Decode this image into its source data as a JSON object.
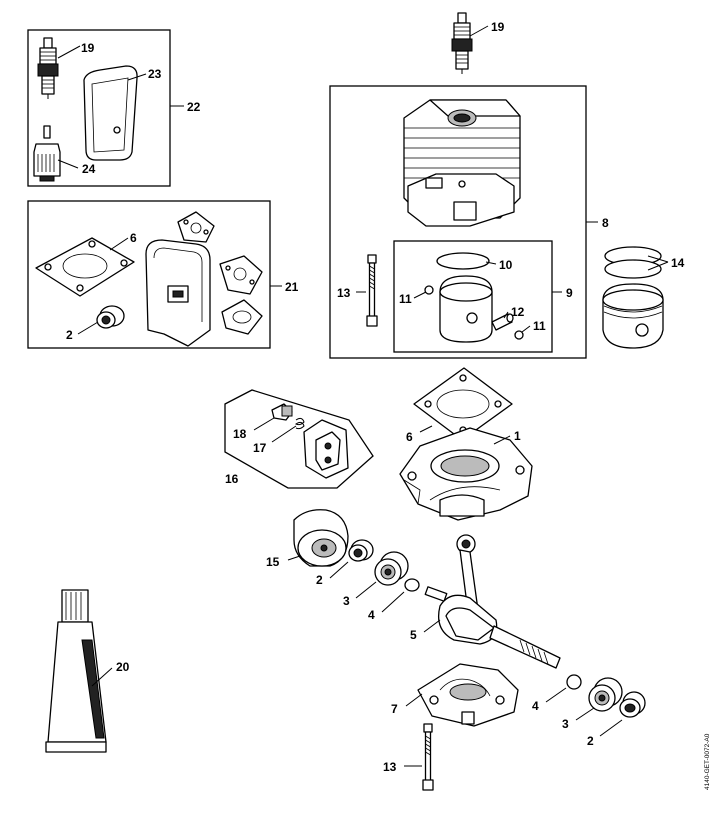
{
  "diagram": {
    "reference_code": "4140-GET-0072-A0",
    "callouts": {
      "c19a": "19",
      "c23": "23",
      "c22": "22",
      "c24": "24",
      "c19b": "19",
      "c8": "8",
      "c6a": "6",
      "c21": "21",
      "c2a": "2",
      "c10": "10",
      "c11a": "11",
      "c13a": "13",
      "c12": "12",
      "c11b": "11",
      "c9": "9",
      "c14": "14",
      "c18": "18",
      "c17": "17",
      "c16": "16",
      "c6b": "6",
      "c1": "1",
      "c15": "15",
      "c2b": "2",
      "c3a": "3",
      "c4a": "4",
      "c5": "5",
      "c20": "20",
      "c7": "7",
      "c4b": "4",
      "c3b": "3",
      "c2c": "2",
      "c13b": "13"
    }
  }
}
